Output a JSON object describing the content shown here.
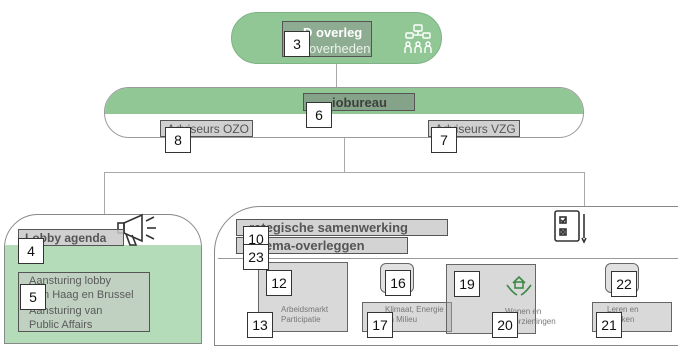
{
  "colors": {
    "accent_green": "#90c795",
    "light_green": "#b5dcb9",
    "line_gray": "#a9a9a9",
    "tag_gray": "#d0d0d0"
  },
  "top": {
    "title": "D overleg",
    "subtitle": "overheden",
    "icon": "people-network-icon"
  },
  "bureau": {
    "title": "iobureau",
    "advisors_left": "Adviseurs OZO",
    "advisors_right": "Adviseurs VZG"
  },
  "left": {
    "title": "Lobby agenda",
    "icon": "megaphone-icon",
    "items": [
      "Aansturing lobby",
      "Den Haag en Brussel",
      "Aansturing van",
      "Public Affairs"
    ]
  },
  "right": {
    "title1": "rategische samenwerking",
    "title2": "Thema-overleggen",
    "icon": "checklist-icon",
    "panels": [
      {
        "line1": "Arbeidsmarkt",
        "line2": "Participatie"
      },
      {
        "line1": "Klimaat, Energie",
        "line2": "en Milieu"
      },
      {
        "line1": "Wonen en",
        "line2": "Voorzieningen"
      },
      {
        "line1": "Leren en",
        "line2": "Werken"
      }
    ]
  },
  "markers": {
    "m3": "3",
    "m4": "4",
    "m5": "5",
    "m6": "6",
    "m7": "7",
    "m8": "8",
    "m10": "10",
    "m12": "12",
    "m13": "13",
    "m16": "16",
    "m17": "17",
    "m19": "19",
    "m20": "20",
    "m21": "21",
    "m22": "22",
    "m23": "23"
  }
}
